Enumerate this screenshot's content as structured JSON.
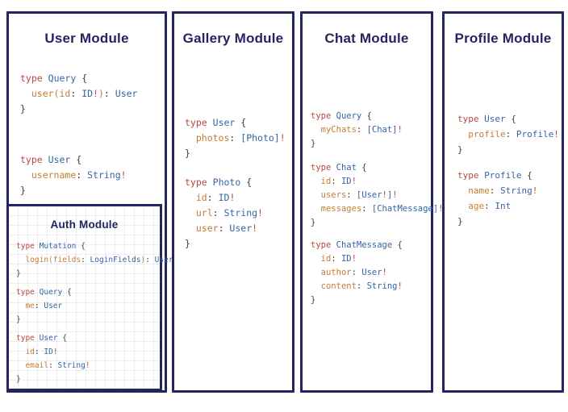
{
  "colors": {
    "panel_border": "#23255e",
    "title_navy": "#23255e",
    "keyword_red": "#b9473e",
    "type_blue": "#3565a4",
    "field_orange": "#c47c35",
    "punctuation_dark": "#3d3d3d",
    "background": "#ffffff"
  },
  "panels": [
    {
      "title": "User Module",
      "blocks": [
        [
          [
            [
              "r",
              "type"
            ],
            [
              "d",
              " "
            ],
            [
              "b",
              "Query"
            ],
            [
              "d",
              " {"
            ]
          ],
          [
            [
              "d",
              "  "
            ],
            [
              "o",
              "user(id"
            ],
            [
              "d",
              ": "
            ],
            [
              "b",
              "ID"
            ],
            [
              "r",
              "!"
            ],
            [
              "o",
              ")"
            ],
            [
              "d",
              ": "
            ],
            [
              "b",
              "User"
            ]
          ],
          [
            [
              "d",
              "}"
            ]
          ]
        ],
        [
          [
            [
              "r",
              "type"
            ],
            [
              "d",
              " "
            ],
            [
              "b",
              "User"
            ],
            [
              "d",
              " {"
            ]
          ],
          [
            [
              "d",
              "  "
            ],
            [
              "o",
              "username"
            ],
            [
              "d",
              ": "
            ],
            [
              "b",
              "String"
            ],
            [
              "r",
              "!"
            ]
          ],
          [
            [
              "d",
              "}"
            ]
          ]
        ]
      ],
      "nested": {
        "title": "Auth Module",
        "blocks": [
          [
            [
              [
                "r",
                "type"
              ],
              [
                "d",
                " "
              ],
              [
                "b",
                "Mutation"
              ],
              [
                "d",
                " {"
              ]
            ],
            [
              [
                "d",
                "  "
              ],
              [
                "o",
                "login(fields"
              ],
              [
                "d",
                ": "
              ],
              [
                "b",
                "LoginFields"
              ],
              [
                "o",
                ")"
              ],
              [
                "d",
                ": "
              ],
              [
                "b",
                "User"
              ]
            ],
            [
              [
                "d",
                "}"
              ]
            ]
          ],
          [
            [
              [
                "r",
                "type"
              ],
              [
                "d",
                " "
              ],
              [
                "b",
                "Query"
              ],
              [
                "d",
                " {"
              ]
            ],
            [
              [
                "d",
                "  "
              ],
              [
                "o",
                "me"
              ],
              [
                "d",
                ": "
              ],
              [
                "b",
                "User"
              ]
            ],
            [
              [
                "d",
                "}"
              ]
            ]
          ],
          [
            [
              [
                "r",
                "type"
              ],
              [
                "d",
                " "
              ],
              [
                "b",
                "User"
              ],
              [
                "d",
                " {"
              ]
            ],
            [
              [
                "d",
                "  "
              ],
              [
                "o",
                "id"
              ],
              [
                "d",
                ": "
              ],
              [
                "b",
                "ID"
              ],
              [
                "r",
                "!"
              ]
            ],
            [
              [
                "d",
                "  "
              ],
              [
                "o",
                "email"
              ],
              [
                "d",
                ": "
              ],
              [
                "b",
                "String"
              ],
              [
                "r",
                "!"
              ]
            ],
            [
              [
                "d",
                "}"
              ]
            ]
          ]
        ]
      }
    },
    {
      "title": "Gallery Module",
      "blocks": [
        [
          [
            [
              "r",
              "type"
            ],
            [
              "d",
              " "
            ],
            [
              "b",
              "User"
            ],
            [
              "d",
              " {"
            ]
          ],
          [
            [
              "d",
              "  "
            ],
            [
              "o",
              "photos"
            ],
            [
              "d",
              ": "
            ],
            [
              "b",
              "[Photo]"
            ],
            [
              "r",
              "!"
            ]
          ],
          [
            [
              "d",
              "}"
            ]
          ]
        ],
        [
          [
            [
              "r",
              "type"
            ],
            [
              "d",
              " "
            ],
            [
              "b",
              "Photo"
            ],
            [
              "d",
              " {"
            ]
          ],
          [
            [
              "d",
              "  "
            ],
            [
              "o",
              "id"
            ],
            [
              "d",
              ": "
            ],
            [
              "b",
              "ID"
            ],
            [
              "r",
              "!"
            ]
          ],
          [
            [
              "d",
              "  "
            ],
            [
              "o",
              "url"
            ],
            [
              "d",
              ": "
            ],
            [
              "b",
              "String"
            ],
            [
              "r",
              "!"
            ]
          ],
          [
            [
              "d",
              "  "
            ],
            [
              "o",
              "user"
            ],
            [
              "d",
              ": "
            ],
            [
              "b",
              "User"
            ],
            [
              "r",
              "!"
            ]
          ],
          [
            [
              "d",
              "}"
            ]
          ]
        ]
      ]
    },
    {
      "title": "Chat Module",
      "blocks": [
        [
          [
            [
              "r",
              "type"
            ],
            [
              "d",
              " "
            ],
            [
              "b",
              "Query"
            ],
            [
              "d",
              " {"
            ]
          ],
          [
            [
              "d",
              "  "
            ],
            [
              "o",
              "myChats"
            ],
            [
              "d",
              ": "
            ],
            [
              "b",
              "[Chat]"
            ],
            [
              "r",
              "!"
            ]
          ],
          [
            [
              "d",
              "}"
            ]
          ]
        ],
        [
          [
            [
              "r",
              "type"
            ],
            [
              "d",
              " "
            ],
            [
              "b",
              "Chat"
            ],
            [
              "d",
              " {"
            ]
          ],
          [
            [
              "d",
              "  "
            ],
            [
              "o",
              "id"
            ],
            [
              "d",
              ": "
            ],
            [
              "b",
              "ID"
            ],
            [
              "r",
              "!"
            ]
          ],
          [
            [
              "d",
              "  "
            ],
            [
              "o",
              "users"
            ],
            [
              "d",
              ": "
            ],
            [
              "b",
              "[User"
            ],
            [
              "r",
              "!"
            ],
            [
              "b",
              "]"
            ],
            [
              "r",
              "!"
            ]
          ],
          [
            [
              "d",
              "  "
            ],
            [
              "o",
              "messages"
            ],
            [
              "d",
              ": "
            ],
            [
              "b",
              "[ChatMessage]"
            ],
            [
              "r",
              "!"
            ]
          ],
          [
            [
              "d",
              "}"
            ]
          ]
        ],
        [
          [
            [
              "r",
              "type"
            ],
            [
              "d",
              " "
            ],
            [
              "b",
              "ChatMessage"
            ],
            [
              "d",
              " {"
            ]
          ],
          [
            [
              "d",
              "  "
            ],
            [
              "o",
              "id"
            ],
            [
              "d",
              ": "
            ],
            [
              "b",
              "ID"
            ],
            [
              "r",
              "!"
            ]
          ],
          [
            [
              "d",
              "  "
            ],
            [
              "o",
              "author"
            ],
            [
              "d",
              ": "
            ],
            [
              "b",
              "User"
            ],
            [
              "r",
              "!"
            ]
          ],
          [
            [
              "d",
              "  "
            ],
            [
              "o",
              "content"
            ],
            [
              "d",
              ": "
            ],
            [
              "b",
              "String"
            ],
            [
              "r",
              "!"
            ]
          ],
          [
            [
              "d",
              "}"
            ]
          ]
        ]
      ]
    },
    {
      "title": "Profile Module",
      "blocks": [
        [
          [
            [
              "r",
              "type"
            ],
            [
              "d",
              " "
            ],
            [
              "b",
              "User"
            ],
            [
              "d",
              " {"
            ]
          ],
          [
            [
              "d",
              "  "
            ],
            [
              "o",
              "profile"
            ],
            [
              "d",
              ": "
            ],
            [
              "b",
              "Profile"
            ],
            [
              "r",
              "!"
            ]
          ],
          [
            [
              "d",
              "}"
            ]
          ]
        ],
        [
          [
            [
              "r",
              "type"
            ],
            [
              "d",
              " "
            ],
            [
              "b",
              "Profile"
            ],
            [
              "d",
              " {"
            ]
          ],
          [
            [
              "d",
              "  "
            ],
            [
              "o",
              "name"
            ],
            [
              "d",
              ": "
            ],
            [
              "b",
              "String"
            ],
            [
              "r",
              "!"
            ]
          ],
          [
            [
              "d",
              "  "
            ],
            [
              "o",
              "age"
            ],
            [
              "d",
              ": "
            ],
            [
              "b",
              "Int"
            ]
          ],
          [
            [
              "d",
              "}"
            ]
          ]
        ]
      ]
    }
  ]
}
